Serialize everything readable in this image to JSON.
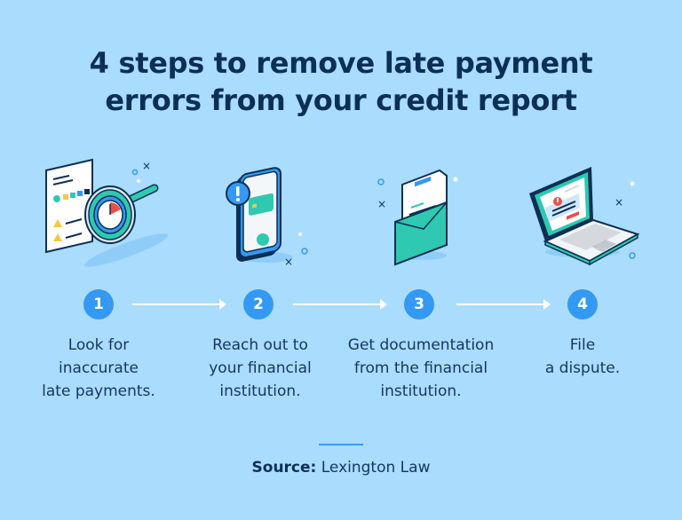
{
  "title": {
    "line1": "4 steps to remove late payment",
    "line2": "errors from your credit report"
  },
  "colors": {
    "background": "#a9dcfd",
    "navy": "#0c2f55",
    "badge_blue": "#3399f3",
    "teal": "#2ec9b0",
    "red": "#e9504a",
    "yellow": "#f5c842"
  },
  "steps": [
    {
      "number": "1",
      "icon": "magnifying-glass-clock-icon",
      "line1": "Look for",
      "line2": "inaccurate",
      "line3": "late payments."
    },
    {
      "number": "2",
      "icon": "smartphone-alert-icon",
      "line1": "Reach out to",
      "line2": "your financial",
      "line3": "institution."
    },
    {
      "number": "3",
      "icon": "envelope-document-icon",
      "line1": "Get documentation",
      "line2": "from the financial",
      "line3": "institution."
    },
    {
      "number": "4",
      "icon": "laptop-alert-icon",
      "line1": "File",
      "line2": "a dispute.",
      "line3": ""
    }
  ],
  "source": {
    "label": "Source:",
    "value": "Lexington Law"
  }
}
